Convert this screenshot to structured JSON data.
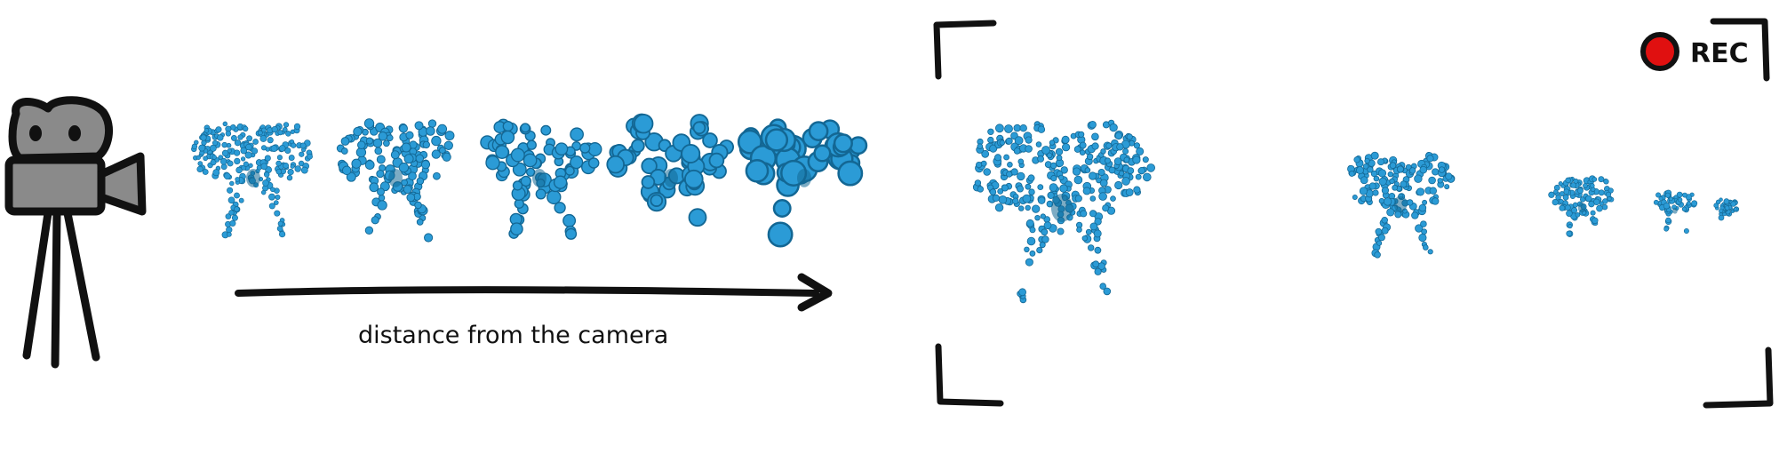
{
  "caption": {
    "axis_label": "distance from the camera"
  },
  "recording_indicator": {
    "text": "REC",
    "dot_color": "#e01010"
  },
  "colors": {
    "protein": "#2b9bd6",
    "protein_dark": "#136794",
    "outline": "#111111",
    "camera_body": "#8a8a8a"
  },
  "icons": {
    "camera": "video-camera-on-tripod-icon",
    "arrow": "long-right-arrow-icon",
    "viewfinder": "viewfinder-corner-brackets-icon"
  },
  "lod_series": {
    "count": 5,
    "description_levels": [
      "finest",
      "fine",
      "medium",
      "coarse",
      "coarsest"
    ]
  },
  "viewfinder_series": {
    "count": 5
  }
}
